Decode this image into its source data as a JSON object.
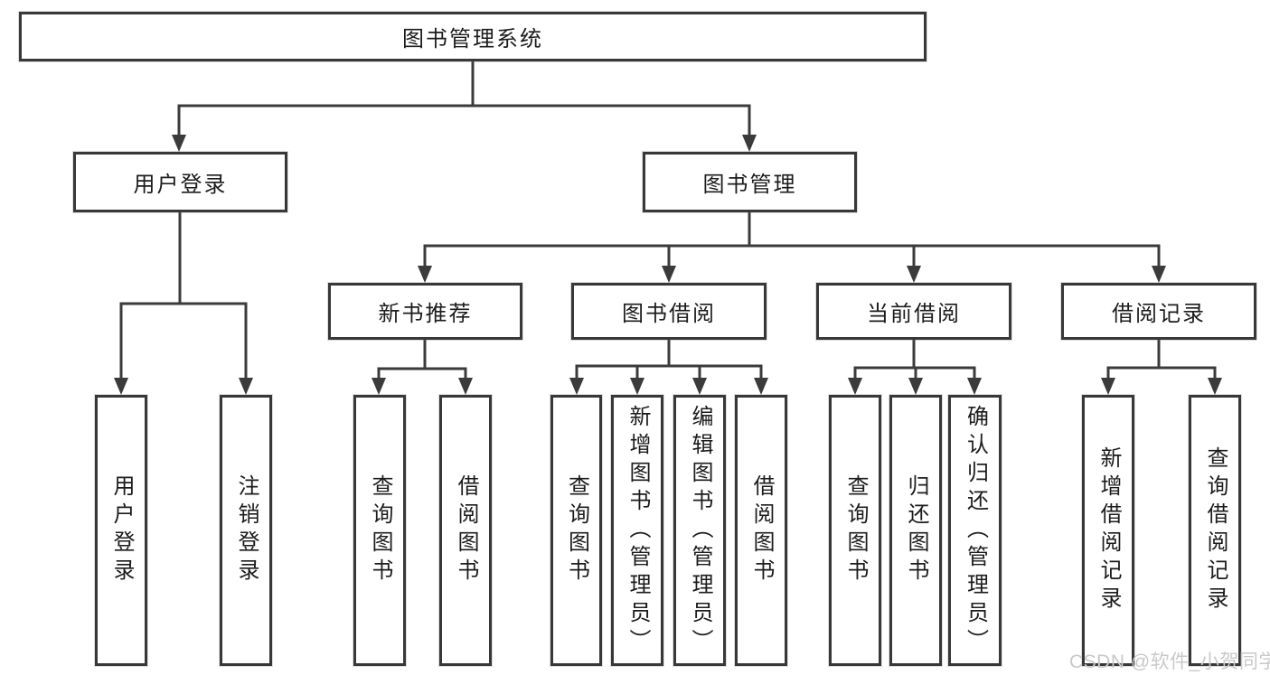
{
  "tree": {
    "label": "图书管理系统",
    "children": [
      {
        "label": "用户登录",
        "children": [
          {
            "label": "用户登录"
          },
          {
            "label": "注销登录"
          }
        ]
      },
      {
        "label": "图书管理",
        "children": [
          {
            "label": "新书推荐",
            "children": [
              {
                "label": "查询图书"
              },
              {
                "label": "借阅图书"
              }
            ]
          },
          {
            "label": "图书借阅",
            "children": [
              {
                "label": "查询图书"
              },
              {
                "label": "新增图书（管理员）"
              },
              {
                "label": "编辑图书（管理员）"
              },
              {
                "label": "借阅图书"
              }
            ]
          },
          {
            "label": "当前借阅",
            "children": [
              {
                "label": "查询图书"
              },
              {
                "label": "归还图书"
              },
              {
                "label": "确认归还（管理员）"
              }
            ]
          },
          {
            "label": "借阅记录",
            "children": [
              {
                "label": "新增借阅记录"
              },
              {
                "label": "查询借阅记录"
              }
            ]
          }
        ]
      }
    ]
  },
  "watermark": {
    "text": "CSDN @软件_小贺同学"
  },
  "colors": {
    "line": "#3b3b3b",
    "text": "#1c1c1c",
    "watermark": "#c9c9c9",
    "background": "#ffffff"
  }
}
